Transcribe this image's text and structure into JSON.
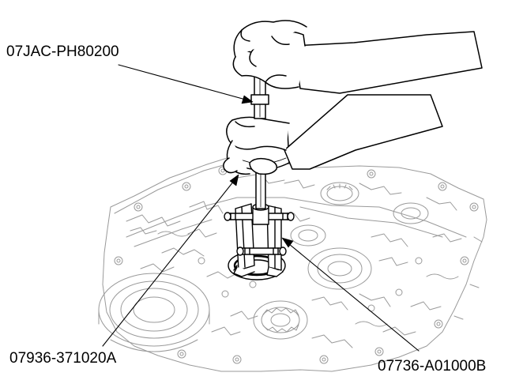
{
  "labels": {
    "top": "07JAC-PH80200",
    "bottom_left": "07936-371020A",
    "bottom_right": "07736-A01000B"
  },
  "colors": {
    "ink": "#000000",
    "paper": "#ffffff",
    "hatch": "#9a9a9a"
  }
}
